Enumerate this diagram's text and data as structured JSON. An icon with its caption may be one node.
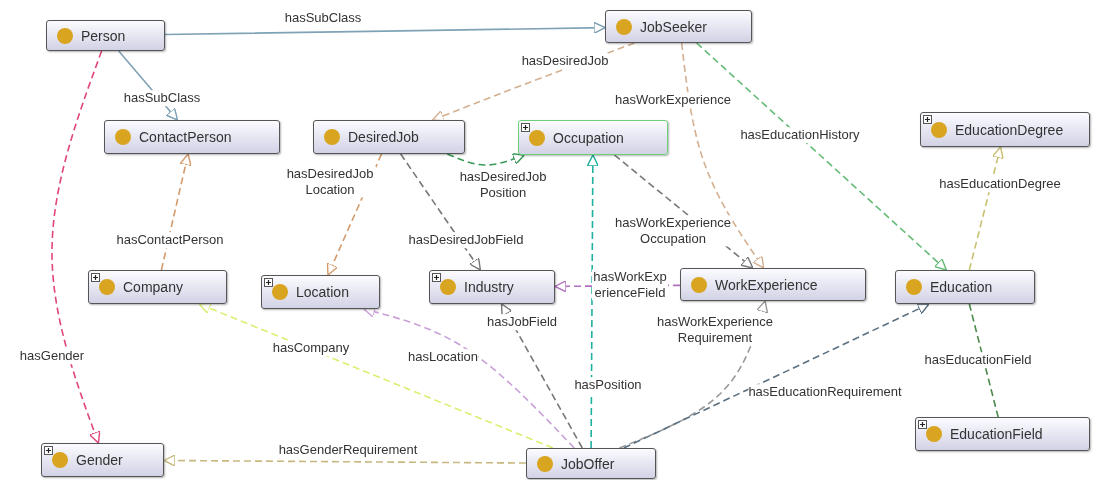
{
  "diagram": {
    "nodes": [
      {
        "text": [
          "Person"
        ]
      },
      {
        "text": [
          "JobSeeker"
        ]
      },
      {
        "text": [
          "ContactPerson"
        ]
      },
      {
        "text": [
          "DesiredJob"
        ]
      },
      {
        "text": [
          "Occupation"
        ]
      },
      {
        "text": [
          "EducationDegree"
        ]
      },
      {
        "text": [
          "Company"
        ]
      },
      {
        "text": [
          "Location"
        ]
      },
      {
        "text": [
          "Industry"
        ]
      },
      {
        "text": [
          "WorkExperience"
        ]
      },
      {
        "text": [
          "Education"
        ]
      },
      {
        "text": [
          "Gender"
        ]
      },
      {
        "text": [
          "JobOffer"
        ]
      },
      {
        "text": [
          "EducationField"
        ]
      }
    ],
    "edges": [
      {
        "from": 0,
        "to": 1,
        "arrow": "to",
        "label": "hasSubClass",
        "color": "#7fa2b5"
      },
      {
        "from": 0,
        "to": 2,
        "arrow": "to",
        "label": "hasSubClass",
        "color": "#7fa2b5"
      },
      {
        "from": 0,
        "to": 11,
        "arrow": "to",
        "label": "hasGender",
        "style": "dashed",
        "color": "#e0457b"
      },
      {
        "from": 6,
        "to": 2,
        "arrow": "to",
        "label": "hasContactPerson",
        "style": "dashed",
        "color": "#d49a6a"
      },
      {
        "from": 1,
        "to": 3,
        "arrow": "to",
        "label": "hasDesiredJob",
        "style": "dashed",
        "color": "#d4b090"
      },
      {
        "from": 1,
        "to": 9,
        "arrow": "to",
        "label": "hasWorkExperience",
        "style": "dashed",
        "color": "#d4b090"
      },
      {
        "from": 1,
        "to": 10,
        "arrow": "to",
        "label": "hasEducationHistory",
        "style": "dashed",
        "color": "#66bb77"
      },
      {
        "from": 3,
        "to": 4,
        "arrow": "to",
        "label": "hasDesiredJobPosition",
        "style": "dashed",
        "color": "#3a9a5a"
      },
      {
        "from": 3,
        "to": 7,
        "arrow": "to",
        "label": "hasDesiredJobLocation",
        "style": "dashed",
        "color": "#d49a6a"
      },
      {
        "from": 3,
        "to": 8,
        "arrow": "to",
        "label": "hasDesiredJobField",
        "style": "dashed"
      },
      {
        "from": 4,
        "to": 9,
        "arrow": "to",
        "label": "hasWorkExperienceOccupation",
        "style": "dashed"
      },
      {
        "from": 9,
        "to": 8,
        "arrow": "to",
        "label": "hasWorkExperienceField",
        "style": "dashed",
        "color": "#b070c0"
      },
      {
        "from": 12,
        "to": 4,
        "arrow": "to",
        "label": "hasPosition",
        "style": "dashed",
        "color": "#20b0a0"
      },
      {
        "from": 12,
        "to": 7,
        "arrow": "to",
        "label": "hasLocation",
        "style": "dashed",
        "color": "#c9a0d8"
      },
      {
        "from": 12,
        "to": 8,
        "arrow": "to",
        "label": "hasJobField",
        "style": "dashed"
      },
      {
        "from": 12,
        "to": 6,
        "arrow": "to",
        "label": "hasCompany",
        "style": "dashed",
        "color": "#d8f070"
      },
      {
        "from": 12,
        "to": 11,
        "arrow": "to",
        "label": "hasGenderRequirement",
        "style": "dashed",
        "color": "#c8b880"
      },
      {
        "from": 12,
        "to": 9,
        "arrow": "to",
        "label": "hasWorkExperienceRequirement",
        "style": "dashed",
        "color": "#999999"
      },
      {
        "from": 12,
        "to": 10,
        "arrow": "to",
        "label": "hasEducationRequirement",
        "style": "dashed",
        "color": "#5a7080"
      },
      {
        "from": 10,
        "to": 5,
        "arrow": "to",
        "label": "hasEducationDegree",
        "style": "dashed",
        "color": "#c8c070"
      },
      {
        "from": 10,
        "to": 13,
        "arrow": "none",
        "label": "hasEducationField",
        "style": "dashed",
        "color": "#4a8a4a"
      }
    ]
  }
}
